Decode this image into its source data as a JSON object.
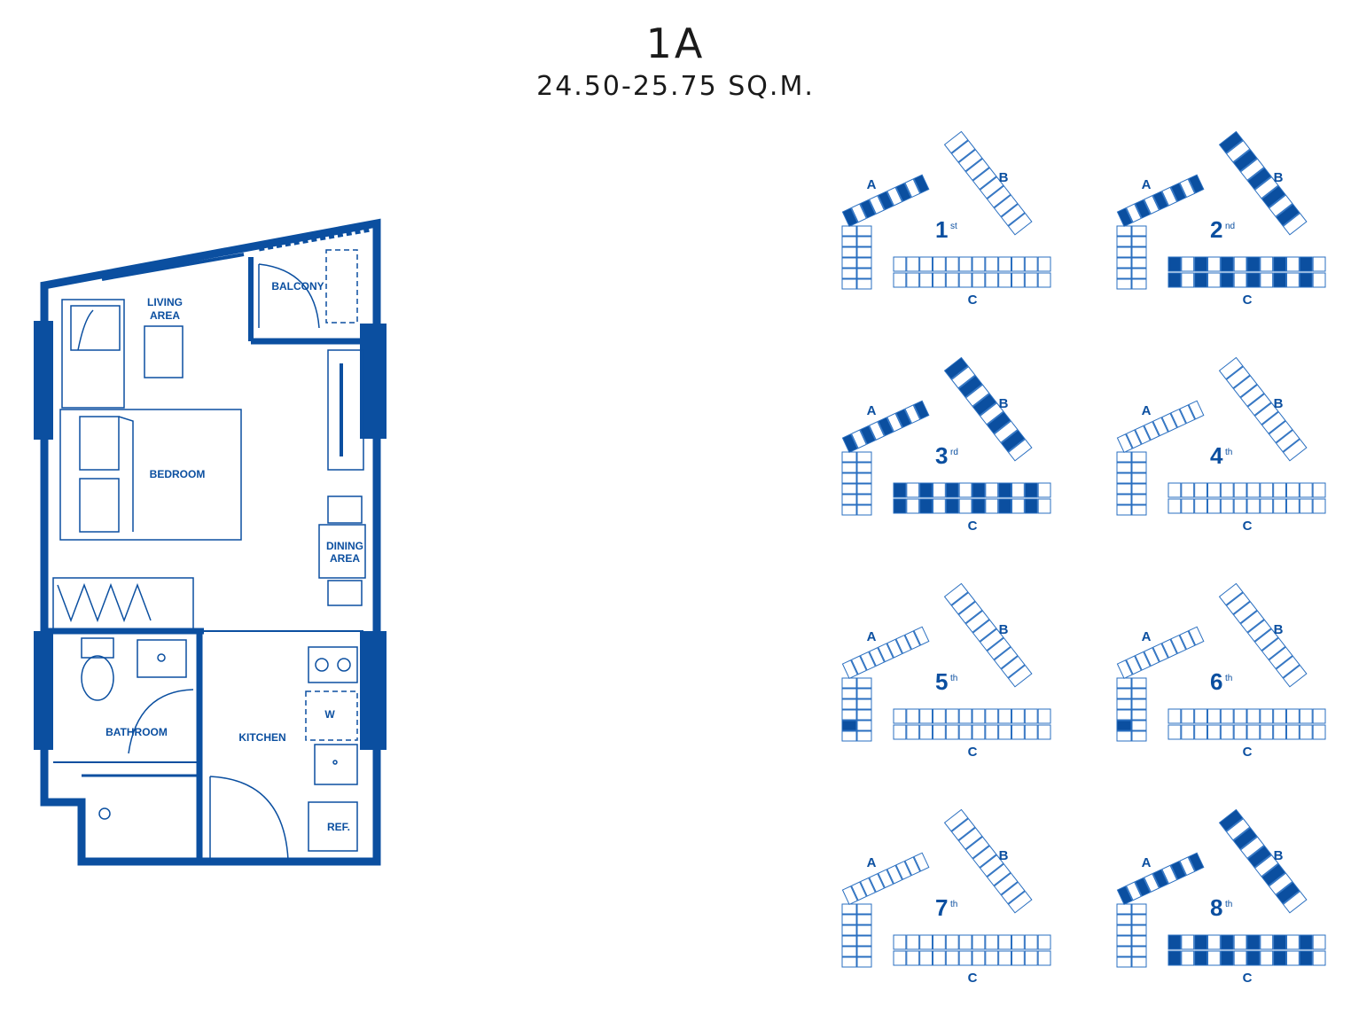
{
  "unit": {
    "title": "1A",
    "area": "24.50-25.75 SQ.M."
  },
  "colors": {
    "primary": "#0b4fa0",
    "outline": "#2a6fc0"
  },
  "rooms": {
    "living": [
      "LIVING",
      "AREA"
    ],
    "balcony": "BALCONY",
    "bedroom": "BEDROOM",
    "dining": [
      "DINING",
      "AREA"
    ],
    "bathroom": "BATHROOM",
    "kitchen": "KITCHEN",
    "washer": "W",
    "fridge": "REF."
  },
  "key_plans": [
    {
      "floor": "1",
      "suffix": "st",
      "buildings": [
        "A",
        "B",
        "C"
      ],
      "highlight": [
        "A"
      ]
    },
    {
      "floor": "2",
      "suffix": "nd",
      "buildings": [
        "A",
        "B",
        "C"
      ],
      "highlight": [
        "A",
        "B",
        "C"
      ]
    },
    {
      "floor": "3",
      "suffix": "rd",
      "buildings": [
        "A",
        "B",
        "C"
      ],
      "highlight": [
        "A",
        "B",
        "C"
      ]
    },
    {
      "floor": "4",
      "suffix": "th",
      "buildings": [
        "A",
        "B",
        "C"
      ],
      "highlight": []
    },
    {
      "floor": "5",
      "suffix": "th",
      "buildings": [
        "A",
        "B",
        "C"
      ],
      "highlight": [
        "A-corner"
      ]
    },
    {
      "floor": "6",
      "suffix": "th",
      "buildings": [
        "A",
        "B",
        "C"
      ],
      "highlight": [
        "A-corner"
      ]
    },
    {
      "floor": "7",
      "suffix": "th",
      "buildings": [
        "A",
        "B",
        "C"
      ],
      "highlight": []
    },
    {
      "floor": "8",
      "suffix": "th",
      "buildings": [
        "A",
        "B",
        "C"
      ],
      "highlight": [
        "A",
        "B",
        "C"
      ]
    }
  ]
}
